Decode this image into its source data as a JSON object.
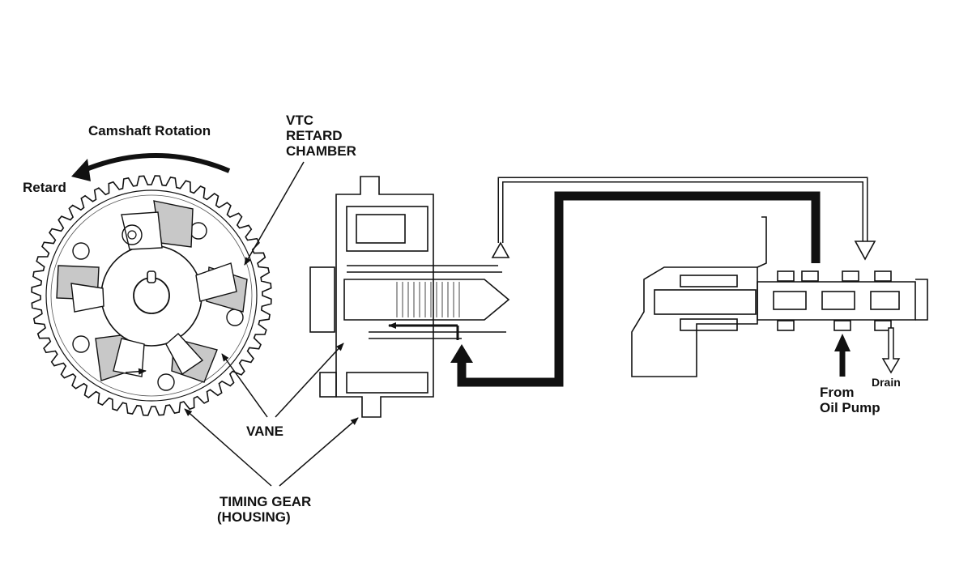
{
  "labels": {
    "camshaft_rotation": "Camshaft Rotation",
    "retard": "Retard",
    "vtc_line1": "VTC",
    "vtc_line2": "RETARD",
    "vtc_line3": "CHAMBER",
    "vane": "VANE",
    "timing_gear_line1": "TIMING GEAR",
    "timing_gear_line2": "(HOUSING)",
    "from_line1": "From",
    "from_line2": "Oil Pump",
    "drain": "Drain"
  },
  "colors": {
    "ink": "#111111",
    "vane_fill": "#c8c8c8",
    "background": "#ffffff"
  }
}
